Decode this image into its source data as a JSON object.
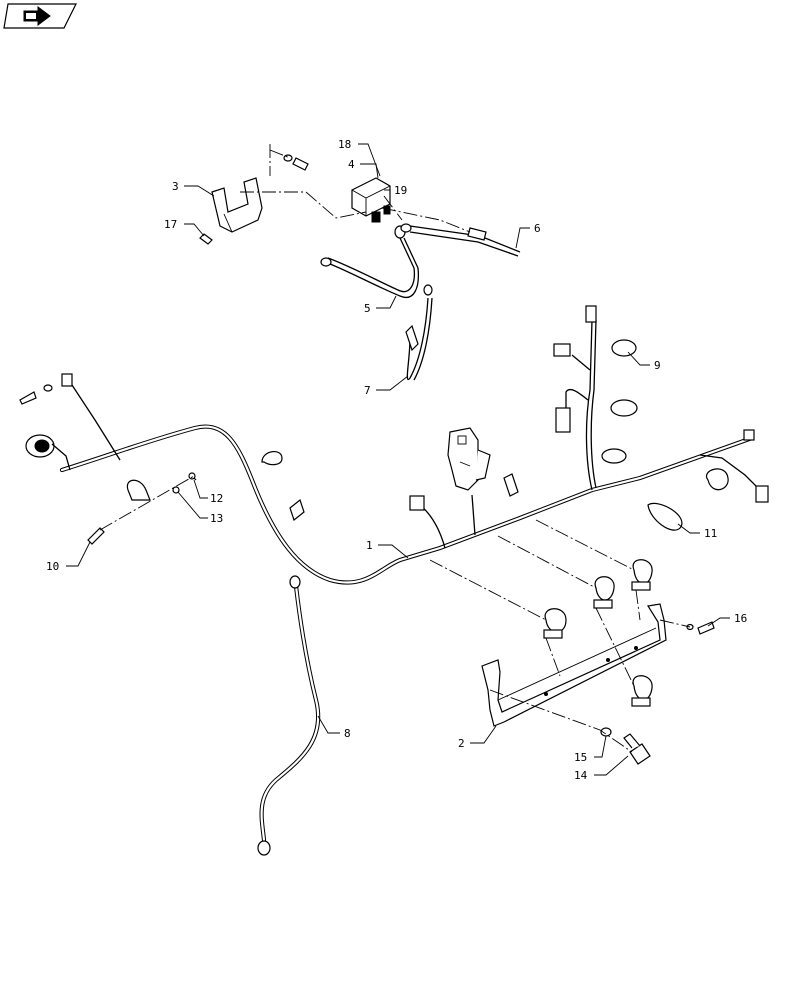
{
  "callouts": [
    {
      "id": "c1",
      "label": "1"
    },
    {
      "id": "c2",
      "label": "2"
    },
    {
      "id": "c3",
      "label": "3"
    },
    {
      "id": "c4",
      "label": "4"
    },
    {
      "id": "c5",
      "label": "5"
    },
    {
      "id": "c6",
      "label": "6"
    },
    {
      "id": "c7",
      "label": "7"
    },
    {
      "id": "c8",
      "label": "8"
    },
    {
      "id": "c9",
      "label": "9"
    },
    {
      "id": "c10",
      "label": "10"
    },
    {
      "id": "c11",
      "label": "11"
    },
    {
      "id": "c12",
      "label": "12"
    },
    {
      "id": "c13",
      "label": "13"
    },
    {
      "id": "c14",
      "label": "14"
    },
    {
      "id": "c15",
      "label": "15"
    },
    {
      "id": "c16",
      "label": "16"
    },
    {
      "id": "c17",
      "label": "17"
    },
    {
      "id": "c18",
      "label": "18"
    },
    {
      "id": "c19",
      "label": "19"
    }
  ],
  "icons": {
    "nav_button": "arrow-right-icon"
  }
}
